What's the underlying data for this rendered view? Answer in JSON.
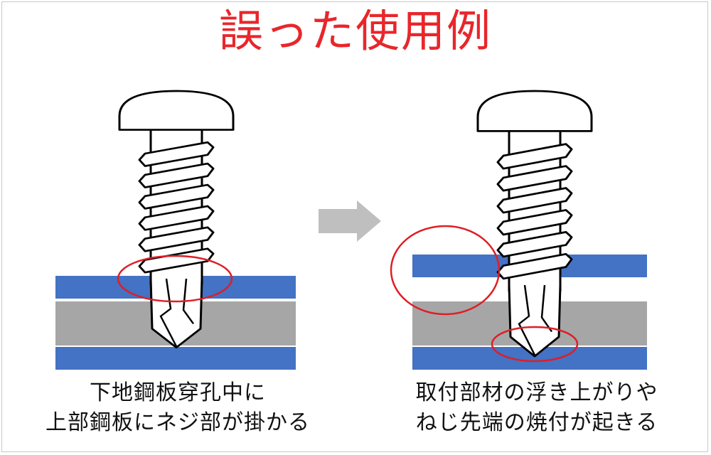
{
  "title": "誤った使用例",
  "captions": {
    "left": [
      "下地鋼板穿孔中に",
      "上部鋼板にネジ部が掛かる"
    ],
    "right": [
      "取付部材の浮き上がりや",
      "ねじ先端の焼付が起きる"
    ]
  },
  "colors": {
    "title": "#e8262b",
    "steel_top": "#4472c4",
    "substrate": "#a6a6a6",
    "steel_bottom": "#4472c4",
    "highlight_circle": "#dd1f25",
    "arrow": "#bfbfbf"
  },
  "icons": {
    "arrow": "right-arrow-icon"
  }
}
